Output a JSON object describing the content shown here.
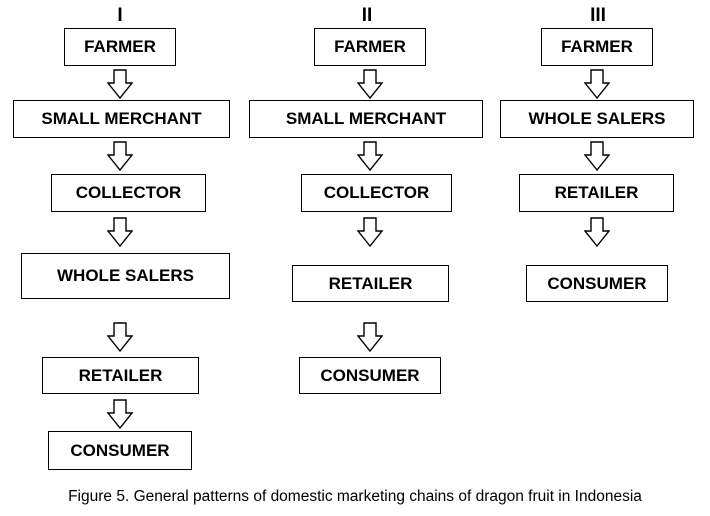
{
  "columns": [
    {
      "label": "I",
      "steps": [
        "FARMER",
        "SMALL MERCHANT",
        "COLLECTOR",
        "WHOLE SALERS",
        "RETAILER",
        "CONSUMER"
      ]
    },
    {
      "label": "II",
      "steps": [
        "FARMER",
        "SMALL MERCHANT",
        "COLLECTOR",
        "RETAILER",
        "CONSUMER"
      ]
    },
    {
      "label": "III",
      "steps": [
        "FARMER",
        "WHOLE SALERS",
        "RETAILER",
        "CONSUMER"
      ]
    }
  ],
  "caption": "Figure 5. General patterns of domestic marketing chains of dragon fruit in Indonesia"
}
